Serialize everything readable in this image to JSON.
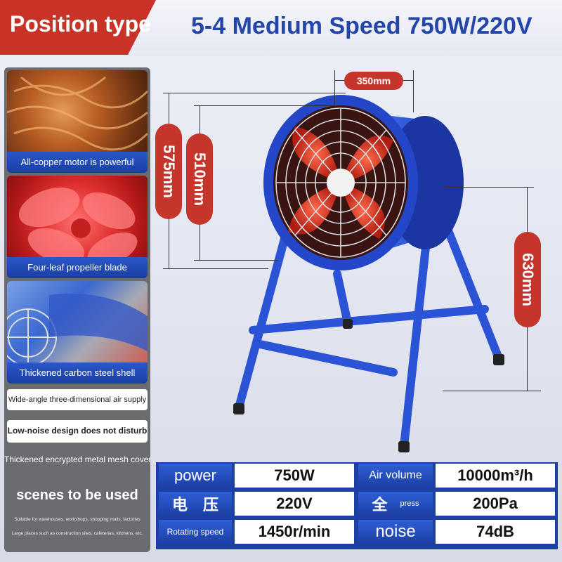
{
  "header": {
    "position_label": "Position type",
    "title": "5-4 Medium Speed 750W/220V"
  },
  "features": [
    {
      "caption": "All-copper motor is powerful"
    },
    {
      "caption": "Four-leaf propeller blade"
    },
    {
      "caption": "Thickened carbon steel shell"
    }
  ],
  "feature_lines": [
    "Wide-angle three-dimensional air supply",
    "Low-noise design does not disturb",
    "Thickened encrypted metal mesh cover"
  ],
  "scenes": {
    "title": "scenes to be used",
    "note_line1": "Suitable for warehouses, workshops, shopping malls, factories",
    "note_line2": "Large places such as construction sites, cafeterias, kitchens, etc."
  },
  "dimensions": {
    "width": "350mm",
    "outer_height": "575mm",
    "inner_height": "510mm",
    "stand_height": "630mm"
  },
  "specs": [
    {
      "label": "power",
      "value": "750W"
    },
    {
      "label": "Air volume",
      "value": "10000m³/h"
    },
    {
      "label": "电　压",
      "value": "220V"
    },
    {
      "label_main": "全",
      "label_sub": "press",
      "value": "200Pa"
    },
    {
      "label": "Rotating speed",
      "value": "1450r/min"
    },
    {
      "label": "noise",
      "value": "74dB"
    }
  ],
  "colors": {
    "brand_red": "#c93327",
    "brand_blue": "#1c3fa5",
    "fan_blue": "#2a53d6"
  }
}
